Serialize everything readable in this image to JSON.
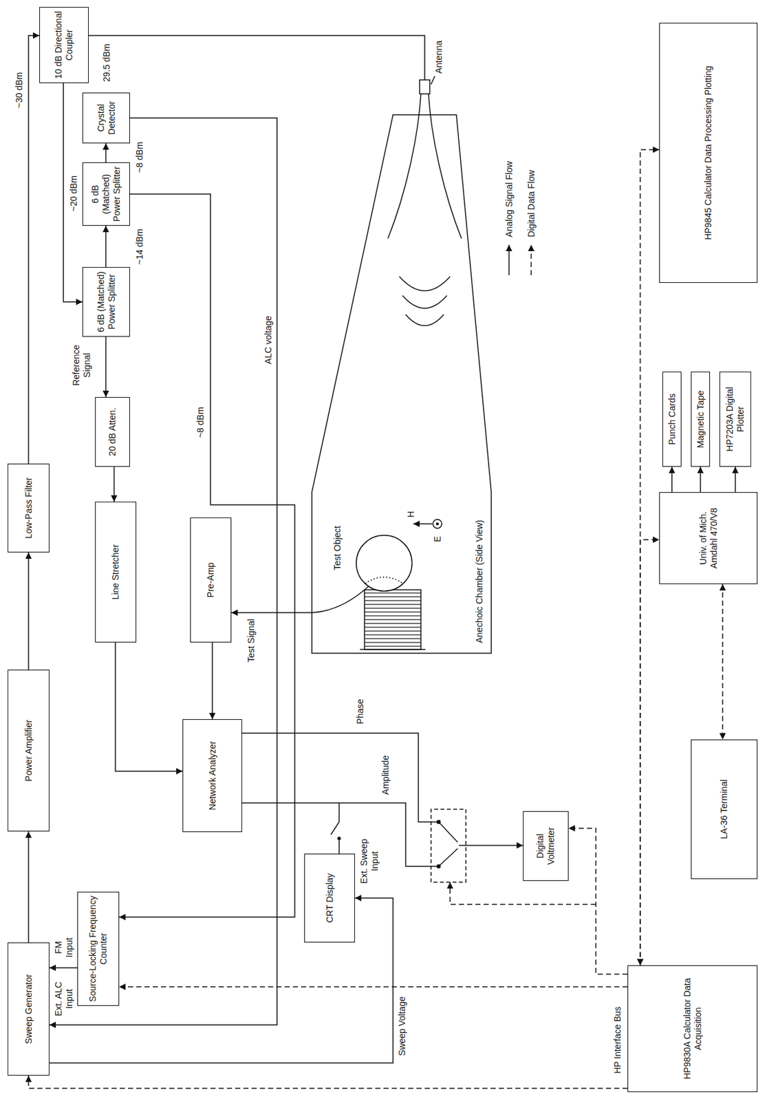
{
  "diagram": {
    "nodes": [
      {
        "text": [
          "Sweep Generator"
        ]
      },
      {
        "text": [
          "Power Amplifier"
        ]
      },
      {
        "text": [
          "Low-Pass Filter"
        ]
      },
      {
        "text": [
          "10 dB Directional Coupler"
        ]
      },
      {
        "text": [
          "6 dB (Matched) Power Splitter"
        ]
      },
      {
        "text": [
          "6 dB (Matched) Power Splitter"
        ]
      },
      {
        "text": [
          "Crystal Detector"
        ]
      },
      {
        "text": [
          "20 dB Atten."
        ]
      },
      {
        "text": [
          "Line Stretcher"
        ]
      },
      {
        "text": [
          "Pre-Amp"
        ]
      },
      {
        "text": [
          "Anechoic Chamber (Side View)"
        ]
      },
      {
        "text": [
          "Network Analyzer"
        ]
      },
      {
        "text": [
          "Source-Locking Frequency Counter"
        ]
      },
      {
        "text": [
          "CRT Display"
        ]
      },
      {
        "text": [
          "Digital Voltmeter"
        ]
      },
      {
        "text": [
          "HP9845 Calculator Data Processing Plotting"
        ]
      },
      {
        "text": [
          "Punch Cards"
        ]
      },
      {
        "text": [
          "Magnetic Tape"
        ]
      },
      {
        "text": [
          "HP7203A Digital Plotter"
        ]
      },
      {
        "text": [
          "Univ. of Mich. Amdahl 470/V8"
        ]
      },
      {
        "text": [
          "LA-36 Terminal"
        ]
      },
      {
        "text": [
          "HP9830A Calculator Data Acquisition"
        ]
      }
    ],
    "edges": [
      {
        "from": 0,
        "to": 1,
        "arrow": "to"
      },
      {
        "from": 1,
        "to": 2,
        "arrow": "to"
      },
      {
        "from": 2,
        "to": 3,
        "arrow": "to"
      },
      {
        "from": 3,
        "to": 10,
        "arrow": "none"
      },
      {
        "from": 3,
        "to": 4,
        "arrow": "to"
      },
      {
        "from": 4,
        "to": 5,
        "arrow": "to"
      },
      {
        "from": 5,
        "to": 6,
        "arrow": "to"
      },
      {
        "from": 4,
        "to": 7,
        "label": "Reference Signal",
        "arrow": "to"
      },
      {
        "from": 7,
        "to": 8,
        "arrow": "to"
      },
      {
        "from": 8,
        "to": 11,
        "arrow": "to"
      },
      {
        "from": 10,
        "to": 9,
        "label": "Test Signal",
        "arrow": "to"
      },
      {
        "from": 9,
        "to": 11,
        "arrow": "to"
      },
      {
        "from": 6,
        "to": 0,
        "label": "ALC voltage",
        "arrow": "to"
      },
      {
        "from": 5,
        "to": 12,
        "arrow": "to"
      },
      {
        "from": 12,
        "to": 0,
        "arrow": "to"
      },
      {
        "from": 0,
        "to": 13,
        "label": "Sweep Voltage",
        "arrow": "to"
      },
      {
        "from": 21,
        "to": 0,
        "arrow": "to"
      },
      {
        "from": 21,
        "to": 12,
        "arrow": "to"
      },
      {
        "from": 21,
        "to": 14,
        "arrow": "to"
      },
      {
        "from": 21,
        "to": 15,
        "arrow": "both"
      },
      {
        "from": 21,
        "to": 19,
        "arrow": "both"
      },
      {
        "from": 19,
        "to": 20,
        "arrow": "both"
      },
      {
        "from": 19,
        "to": 16,
        "arrow": "to"
      },
      {
        "from": 19,
        "to": 17,
        "arrow": "to"
      },
      {
        "from": 19,
        "to": 18,
        "arrow": "to"
      }
    ],
    "labels": [
      "~30 dBm",
      "29.5 dBm",
      "~20 dBm",
      "~14 dBm",
      "~8 dBm",
      "~8 dBm",
      "Antenna",
      "Test Object",
      "H",
      "E",
      "FM Input",
      "Ext. ALC Input",
      "Ext. Sweep Input",
      "Phase",
      "Amplitude",
      "HP Interface Bus"
    ],
    "legend": [
      {
        "text": "Analog Signal Flow"
      },
      {
        "text": "Digital Data Flow"
      }
    ]
  }
}
